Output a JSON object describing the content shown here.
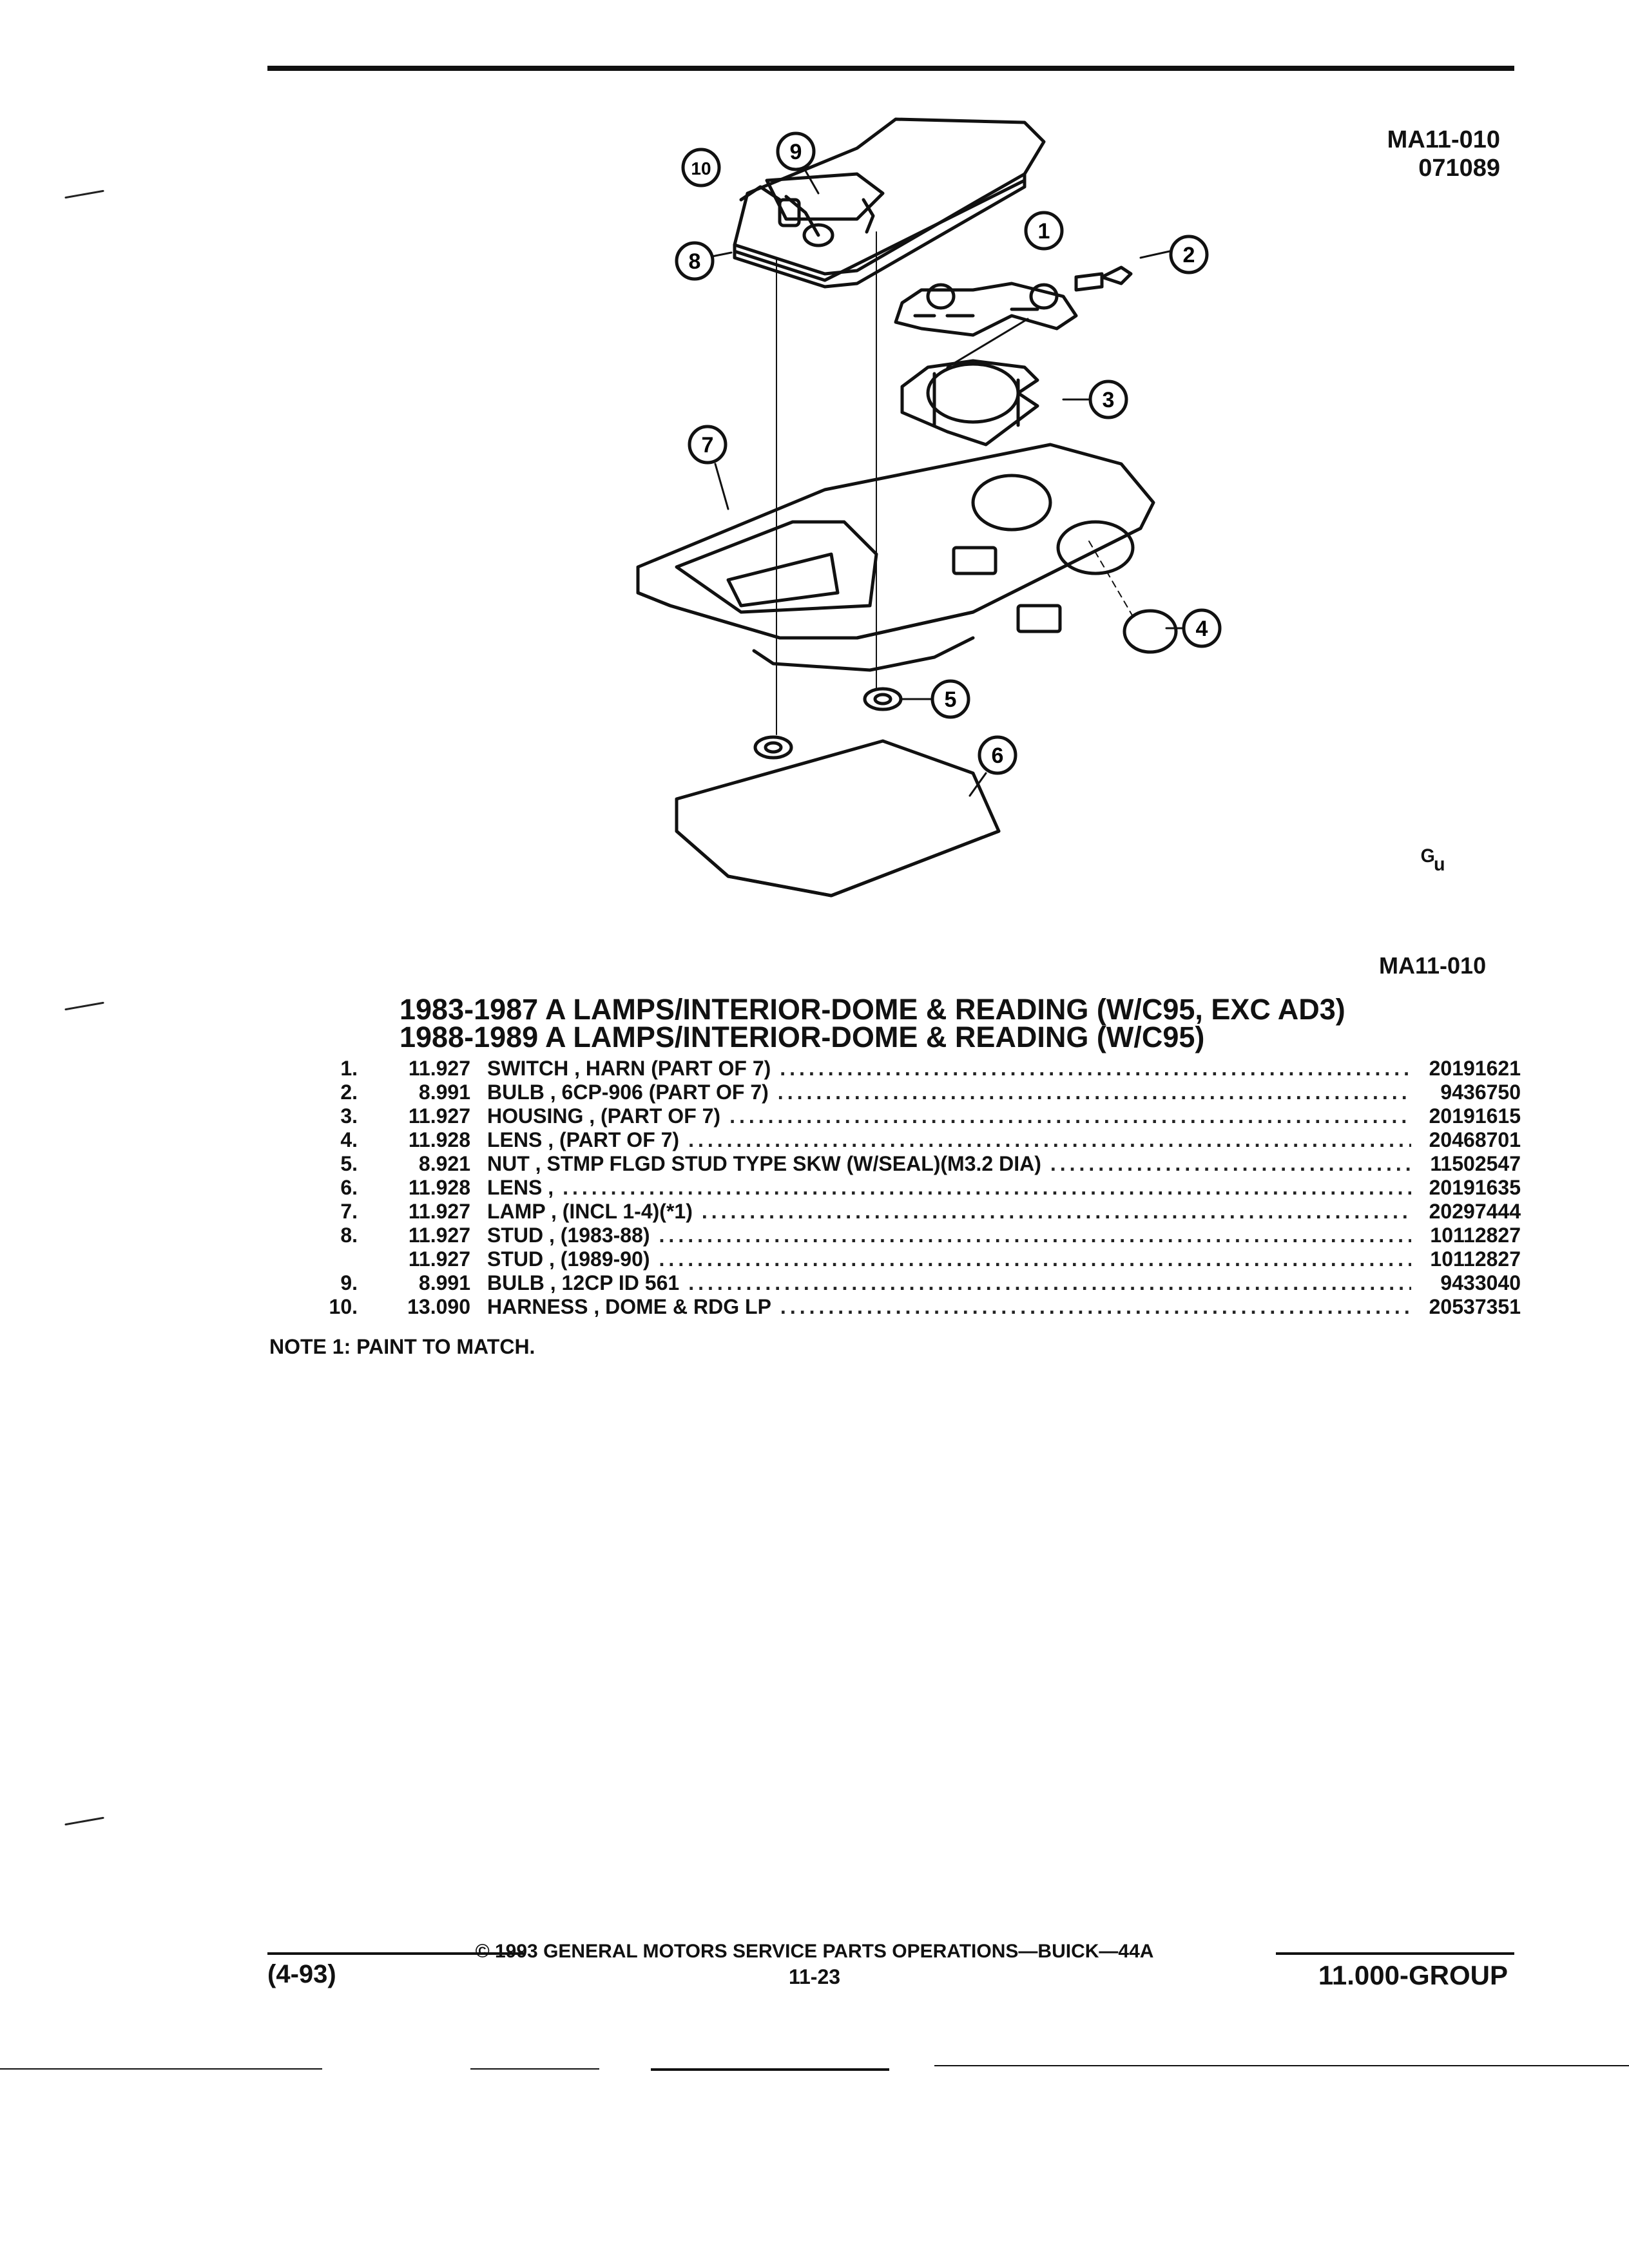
{
  "header": {
    "illustration_code": "MA11-010",
    "illustration_date": "071089",
    "figure_label": "MA11-010"
  },
  "callouts": [
    "1",
    "2",
    "3",
    "4",
    "5",
    "6",
    "7",
    "8",
    "9",
    "10"
  ],
  "titles": [
    "1983-1987 A LAMPS/INTERIOR-DOME & READING (W/C95, EXC AD3)",
    "1988-1989 A LAMPS/INTERIOR-DOME & READING (W/C95)"
  ],
  "parts": [
    {
      "no": "1.",
      "group": "11.927",
      "desc": "SWITCH , HARN (PART OF 7)",
      "part_number": "20191621"
    },
    {
      "no": "2.",
      "group": "8.991",
      "desc": "BULB , 6CP-906 (PART OF 7)",
      "part_number": "9436750"
    },
    {
      "no": "3.",
      "group": "11.927",
      "desc": "HOUSING , (PART OF 7)",
      "part_number": "20191615"
    },
    {
      "no": "4.",
      "group": "11.928",
      "desc": "LENS , (PART OF 7)",
      "part_number": "20468701"
    },
    {
      "no": "5.",
      "group": "8.921",
      "desc": "NUT , STMP FLGD STUD TYPE SKW (W/SEAL)(M3.2 DIA)",
      "part_number": "11502547"
    },
    {
      "no": "6.",
      "group": "11.928",
      "desc": "LENS ,",
      "part_number": "20191635"
    },
    {
      "no": "7.",
      "group": "11.927",
      "desc": "LAMP , (INCL 1-4)(*1)",
      "part_number": "20297444"
    },
    {
      "no": "8.",
      "group": "11.927",
      "desc": "STUD , (1983-88)",
      "part_number": "10112827"
    },
    {
      "no": "",
      "group": "11.927",
      "desc": "STUD , (1989-90)",
      "part_number": "10112827"
    },
    {
      "no": "9.",
      "group": "8.991",
      "desc": "BULB , 12CP ID 561",
      "part_number": "9433040"
    },
    {
      "no": "10.",
      "group": "13.090",
      "desc": "HARNESS , DOME & RDG LP",
      "part_number": "20537351"
    }
  ],
  "note": "NOTE  1:  PAINT TO MATCH.",
  "footer": {
    "copyright": "© 1993 GENERAL MOTORS SERVICE PARTS OPERATIONS—BUICK—44A",
    "page": "11-23",
    "date_code": "(4-93)",
    "group": "11.000-GROUP"
  },
  "corner_mark": "ᴳᵤ"
}
